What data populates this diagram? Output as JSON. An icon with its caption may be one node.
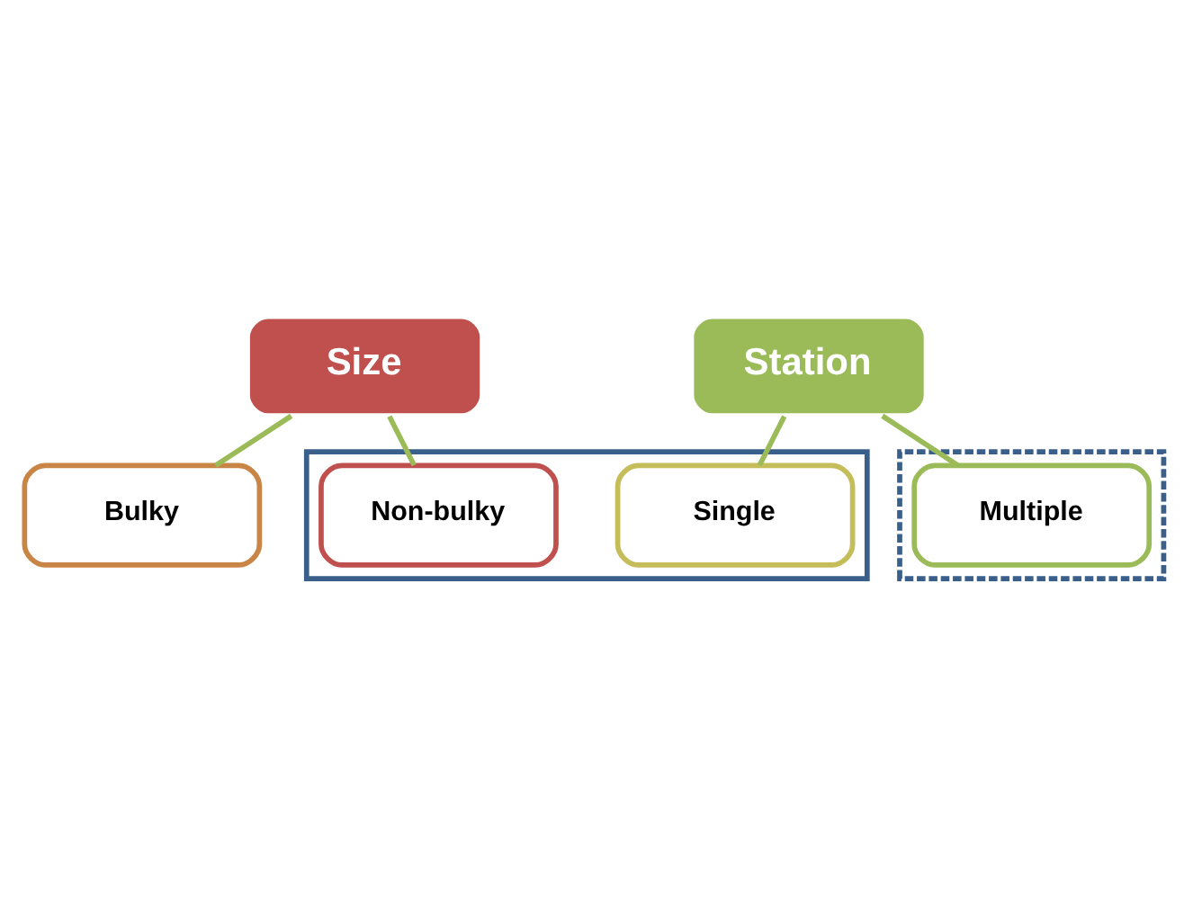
{
  "diagram": {
    "nodes": [
      {
        "text": [
          "Size"
        ]
      },
      {
        "text": [
          "Station"
        ]
      },
      {
        "text": [],
        "shape": "box"
      },
      {
        "text": [
          "Non-bulky"
        ],
        "in": 2
      },
      {
        "text": [
          "Single"
        ],
        "in": 2
      },
      {
        "text": [
          "Bulky"
        ]
      },
      {
        "text": [],
        "shape": "box"
      },
      {
        "text": [
          "Multiple"
        ],
        "in": 6
      }
    ],
    "edges": [
      {
        "from": 0,
        "to": 3,
        "arrow": "none"
      },
      {
        "from": 0,
        "to": 5,
        "arrow": "none"
      },
      {
        "from": 1,
        "to": 4,
        "arrow": "none"
      },
      {
        "from": 1,
        "to": 7,
        "arrow": "none"
      }
    ]
  }
}
